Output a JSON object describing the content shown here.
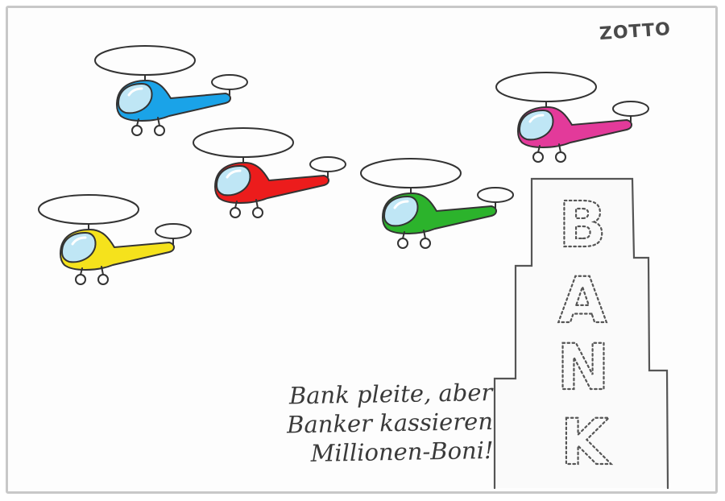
{
  "cartoon": {
    "signature": "ZOTTO",
    "caption_lines": [
      "Bank pleite, aber",
      "Banker kassieren",
      "Millionen-Boni!"
    ],
    "building_letters": [
      "B",
      "A",
      "N",
      "K"
    ]
  },
  "helicopters": [
    {
      "name": "blue",
      "color": "#1aa3e8"
    },
    {
      "name": "red",
      "color": "#ec1c1c"
    },
    {
      "name": "yellow",
      "color": "#f5e21c"
    },
    {
      "name": "green",
      "color": "#2cb32c"
    },
    {
      "name": "magenta",
      "color": "#e33a9a"
    }
  ]
}
